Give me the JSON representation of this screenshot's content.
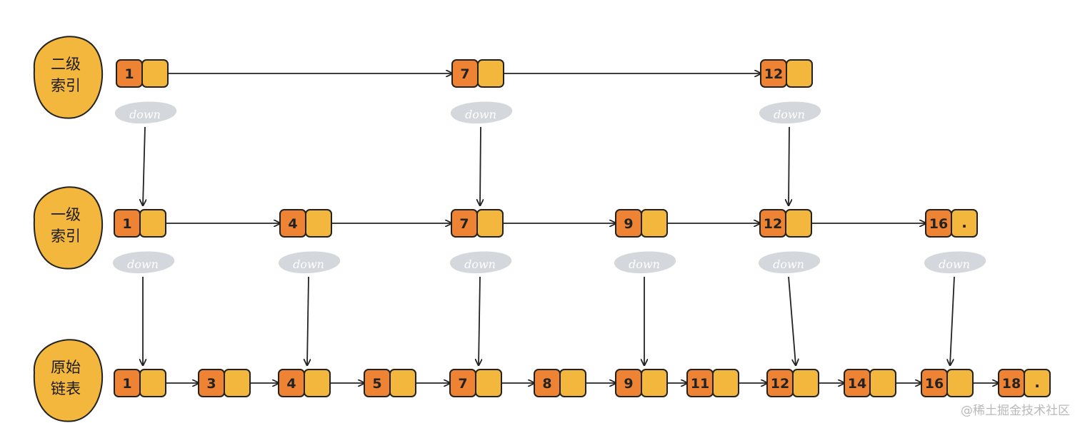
{
  "levels": [
    {
      "label_lines": [
        "二级",
        "索引"
      ],
      "nodes": [
        "1",
        "7",
        "12"
      ],
      "tail_marker": "",
      "down_label": "down"
    },
    {
      "label_lines": [
        "一级",
        "索引"
      ],
      "nodes": [
        "1",
        "4",
        "7",
        "9",
        "12",
        "16"
      ],
      "tail_marker": ".",
      "down_label": "down"
    },
    {
      "label_lines": [
        "原始",
        "链表"
      ],
      "nodes": [
        "1",
        "3",
        "4",
        "5",
        "7",
        "8",
        "9",
        "11",
        "12",
        "14",
        "16",
        "18"
      ],
      "tail_marker": ".",
      "down_label": ""
    }
  ],
  "colors": {
    "value_cell": "#ee8433",
    "pointer_cell": "#f4b73e",
    "blob": "#f4b73e",
    "down_pill": "#d4d8dc",
    "stroke": "#222222"
  },
  "watermark": "@稀土掘金技术社区"
}
